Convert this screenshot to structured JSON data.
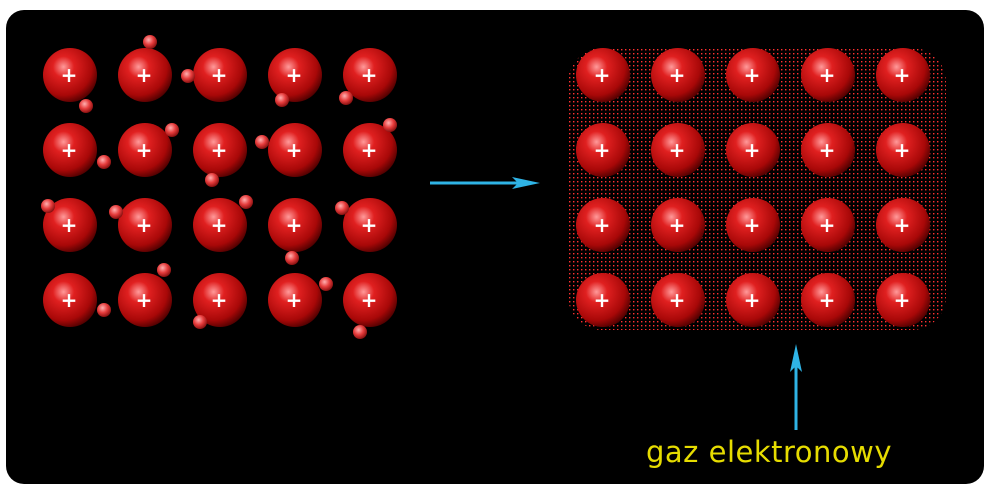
{
  "diagram": {
    "caption": "gaz elektronowy",
    "ion_symbol": "+",
    "rows": 4,
    "columns": 5,
    "colors": {
      "background": "#000000",
      "ion_core": "#ff8a8a",
      "ion_mid": "#d21414",
      "ion_edge": "#5a0000",
      "electron": "#e63c3c",
      "electron_gas": "#ff2a2a",
      "arrow": "#2fb4e6",
      "caption": "#e6dc00"
    }
  }
}
